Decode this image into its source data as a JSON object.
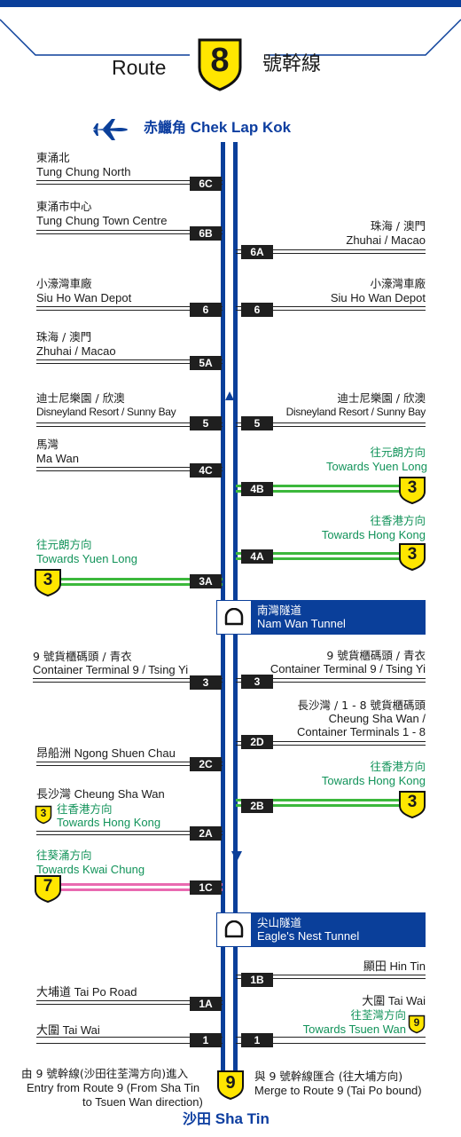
{
  "header": {
    "route_word": "Route",
    "route_number": "8",
    "route_chinese": "號幹線"
  },
  "destinations": {
    "north_zh": "赤鱲角",
    "north_en": "Chek Lap Kok",
    "south_zh": "沙田",
    "south_en": "Sha Tin"
  },
  "exits_left": {
    "6C": {
      "code": "6C",
      "zh": "東涌北",
      "en": "Tung Chung North"
    },
    "6B": {
      "code": "6B",
      "zh": "東涌市中心",
      "en": "Tung Chung Town Centre"
    },
    "6": {
      "code": "6",
      "zh": "小濠灣車廠",
      "en": "Siu Ho Wan Depot"
    },
    "5A": {
      "code": "5A",
      "zh": "珠海 / 澳門",
      "en": "Zhuhai / Macao"
    },
    "5": {
      "code": "5",
      "zh": "迪士尼樂園 / 欣澳",
      "en": "Disneyland Resort / Sunny Bay"
    },
    "4C": {
      "code": "4C",
      "zh": "馬灣",
      "en": "Ma Wan"
    },
    "3A": {
      "code": "3A",
      "zh": "往元朗方向",
      "en": "Towards Yuen Long",
      "route": "3"
    },
    "3": {
      "code": "3",
      "zh": "9 號貨櫃碼頭 / 青衣",
      "en": "Container Terminal 9 / Tsing Yi"
    },
    "2C": {
      "code": "2C",
      "text": "昂船洲 Ngong Shuen Chau"
    },
    "2A": {
      "code": "2A",
      "line1": "長沙灣 Cheung Sha Wan",
      "zh": "往香港方向",
      "en": "Towards Hong Kong",
      "route": "3"
    },
    "1C": {
      "code": "1C",
      "zh": "往葵涌方向",
      "en": "Towards Kwai Chung",
      "route": "7"
    },
    "1A": {
      "code": "1A",
      "text": "大埔道 Tai Po Road"
    },
    "1": {
      "code": "1",
      "text": "大圍 Tai Wai"
    }
  },
  "exits_right": {
    "6A": {
      "code": "6A",
      "zh": "珠海 / 澳門",
      "en": "Zhuhai / Macao"
    },
    "6": {
      "code": "6",
      "zh": "小濠灣車廠",
      "en": "Siu Ho Wan Depot"
    },
    "5": {
      "code": "5",
      "zh": "迪士尼樂園 / 欣澳",
      "en": "Disneyland Resort / Sunny Bay"
    },
    "4B": {
      "code": "4B",
      "zh": "往元朗方向",
      "en": "Towards Yuen Long",
      "route": "3"
    },
    "4A": {
      "code": "4A",
      "zh": "往香港方向",
      "en": "Towards Hong Kong",
      "route": "3"
    },
    "3": {
      "code": "3",
      "zh": "9 號貨櫃碼頭 / 青衣",
      "en": "Container Terminal 9 / Tsing Yi"
    },
    "2D": {
      "code": "2D",
      "zh": "長沙灣 / 1 - 8 號貨櫃碼頭",
      "en1": "Cheung Sha Wan /",
      "en2": "Container Terminals 1 - 8"
    },
    "2B": {
      "code": "2B",
      "zh": "往香港方向",
      "en": "Towards Hong Kong",
      "route": "3"
    },
    "1B": {
      "code": "1B",
      "text": "顯田 Hin Tin"
    },
    "1": {
      "code": "1",
      "line1": "大圍 Tai Wai",
      "zh": "往荃灣方向",
      "en": "Towards Tsuen Wan",
      "route": "9"
    }
  },
  "tunnels": {
    "nam_wan": {
      "zh": "南灣隧道",
      "en": "Nam Wan Tunnel"
    },
    "eagles_nest": {
      "zh": "尖山隧道",
      "en": "Eagle's Nest Tunnel"
    }
  },
  "bottom": {
    "entry_zh": "由 9 號幹線(沙田往荃灣方向)進入",
    "entry_en1": "Entry from Route 9 (From Sha Tin",
    "entry_en2": "to Tsuen Wan direction)",
    "merge_zh": "與 9 號幹線匯合 (往大埔方向)",
    "merge_en": "Merge to Route 9 (Tai Po bound)",
    "route": "9"
  },
  "colors": {
    "blue": "#0a3f9a",
    "yellow": "#ffe600",
    "green": "#3cb83c",
    "pink": "#e96ab0",
    "text_green": "#12935a"
  }
}
